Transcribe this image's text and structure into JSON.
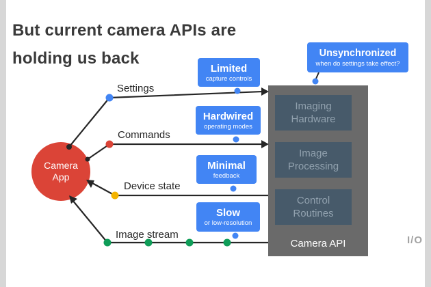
{
  "slide": {
    "title_line1": "But current camera APIs are",
    "title_line2": "holding us back",
    "brand_logo": "I/O"
  },
  "camera_app": {
    "line1": "Camera",
    "line2": "App"
  },
  "channels": [
    {
      "label": "Settings",
      "dot_color": "#4285f4",
      "direction": "app-to-api"
    },
    {
      "label": "Commands",
      "dot_color": "#db4437",
      "direction": "app-to-api"
    },
    {
      "label": "Device state",
      "dot_color": "#f4b400",
      "direction": "api-to-app"
    },
    {
      "label": "Image stream",
      "dot_color": "#0f9d58",
      "direction": "api-to-app"
    }
  ],
  "callouts": [
    {
      "title": "Limited",
      "subtitle": "capture controls"
    },
    {
      "title": "Hardwired",
      "subtitle": "operating modes"
    },
    {
      "title": "Minimal",
      "subtitle": "feedback"
    },
    {
      "title": "Slow",
      "subtitle": "or low-resolution"
    },
    {
      "title": "Unsynchronized",
      "subtitle": "when do settings take effect?"
    }
  ],
  "camera_api": {
    "label": "Camera API",
    "modules": [
      {
        "line1": "Imaging",
        "line2": "Hardware"
      },
      {
        "line1": "Image",
        "line2": "Processing"
      },
      {
        "line1": "Control",
        "line2": "Routines"
      }
    ]
  },
  "colors": {
    "callout_blue": "#4285f4",
    "app_red": "#db4437",
    "dot_yellow": "#f4b400",
    "dot_green": "#0f9d58",
    "api_gray": "#6a6a6a",
    "module_slate": "#475a6a",
    "line_dark": "#262626",
    "title_gray": "#3a3a3a"
  }
}
